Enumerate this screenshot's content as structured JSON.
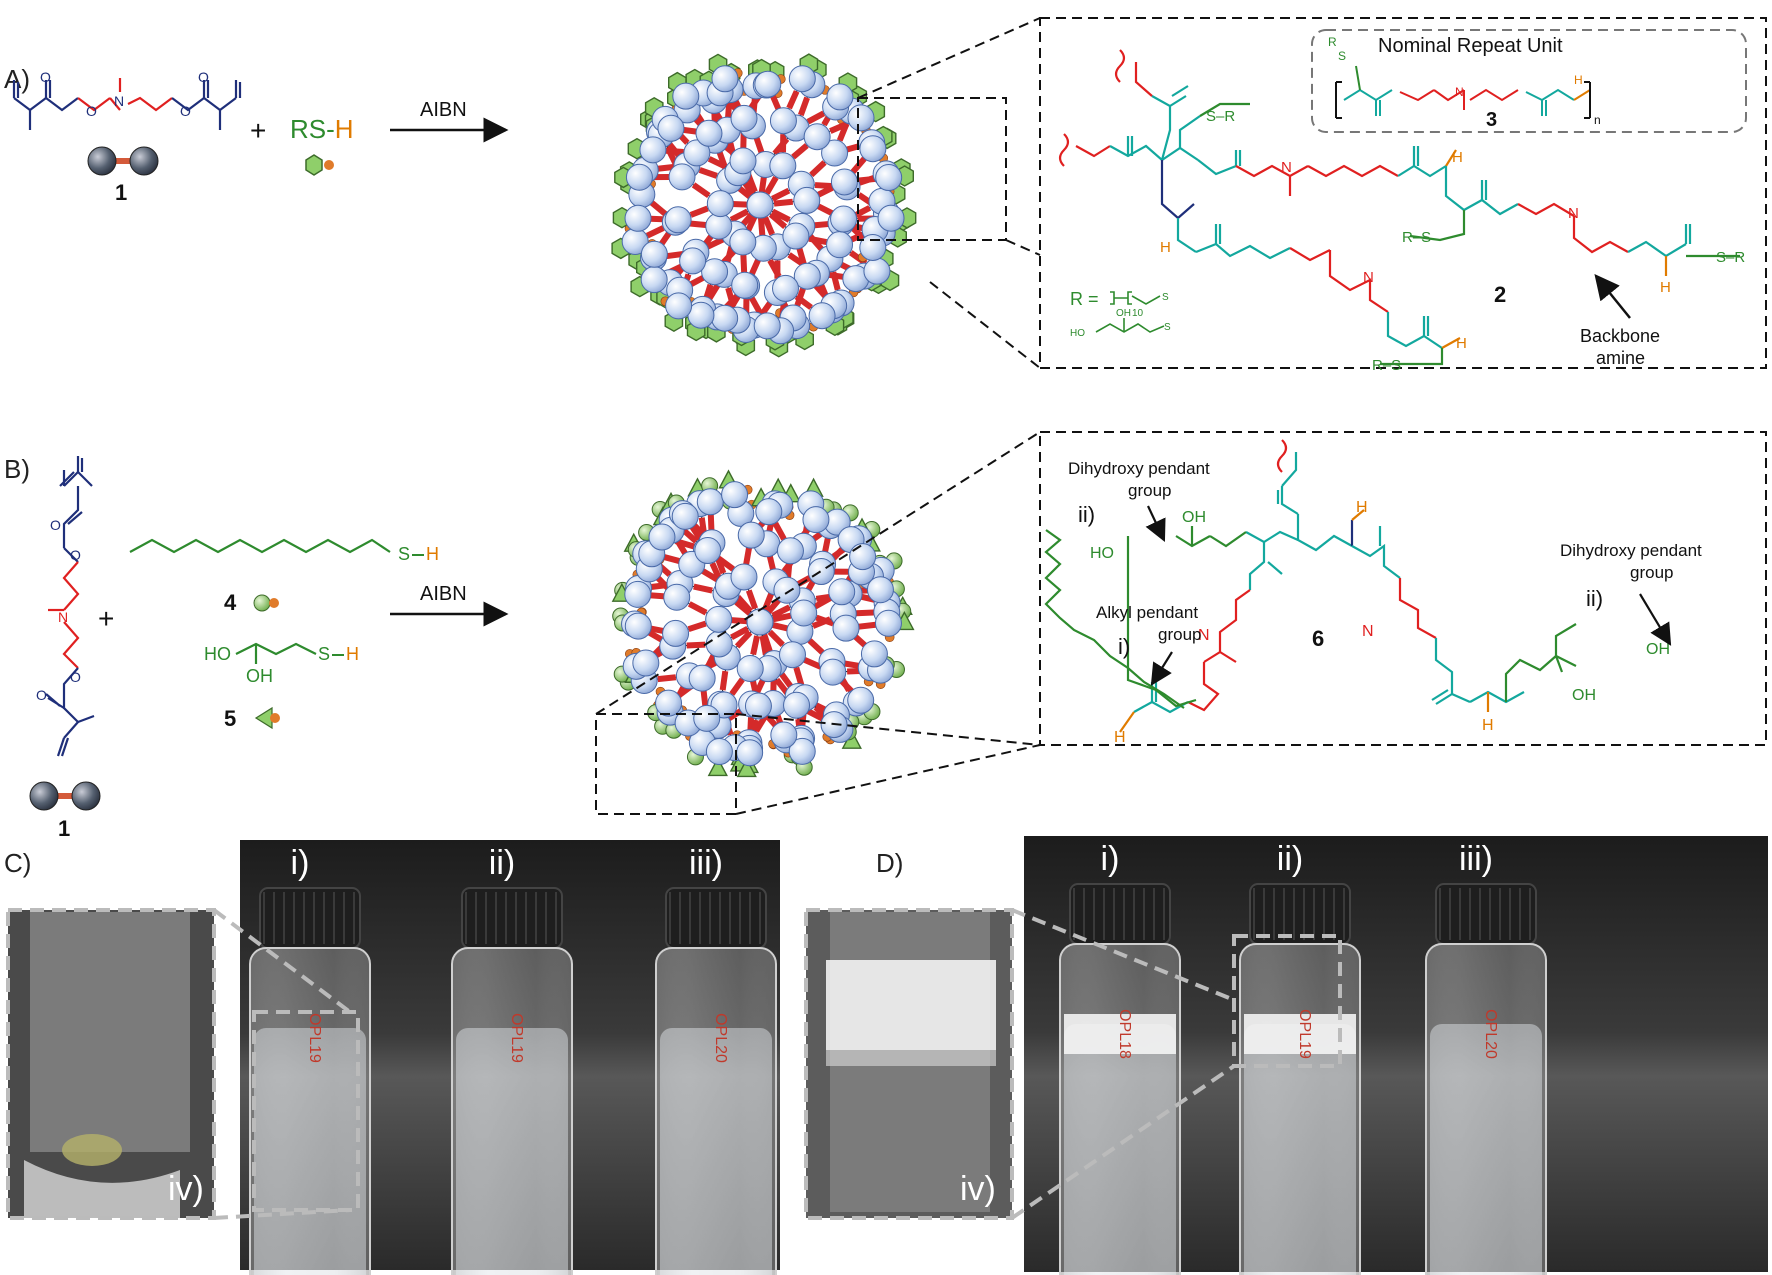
{
  "panels": {
    "A": {
      "label": "A)",
      "reagent_label": "RS-H",
      "reagent_prefix": "RS-",
      "reagent_suffix": "H",
      "initiator": "AIBN",
      "compound_1": "1",
      "compound_2": "2",
      "compound_3": "3",
      "plus": "+",
      "nominal_repeat_unit": "Nominal Repeat Unit",
      "r_equals": "R =",
      "subscript_10": "10",
      "backbone_amine_line1": "Backbone",
      "backbone_amine_line2": "amine",
      "atoms": {
        "O": "O",
        "N": "N",
        "S": "S",
        "H": "H",
        "R": "R",
        "n": "n",
        "S_R": "S–R",
        "R_S": "R–S",
        "HO": "HO",
        "OH": "OH"
      }
    },
    "B": {
      "label": "B)",
      "initiator": "AIBN",
      "compound_1": "1",
      "compound_4": "4",
      "compound_5": "5",
      "compound_6": "6",
      "plus": "+",
      "thiol_4_sh": "S",
      "thiol_4_h": "H",
      "thiol_5_ho": "HO",
      "thiol_5_oh": "OH",
      "dihydroxy_left_line1": "Dihydroxy pendant",
      "dihydroxy_left_line2": "group",
      "dihydroxy_left_marker": "ii)",
      "dihydroxy_right_line1": "Dihydroxy pendant",
      "dihydroxy_right_line2": "group",
      "dihydroxy_right_marker": "ii)",
      "alkyl_line1": "Alkyl pendant",
      "alkyl_line2": "group",
      "alkyl_marker": "i)"
    },
    "C": {
      "label": "C)",
      "vials": [
        "i)",
        "ii)",
        "iii)"
      ],
      "inset_label": "iv)",
      "vial_marks": [
        "OPL19",
        "OPL19",
        "OPL20"
      ]
    },
    "D": {
      "label": "D)",
      "vials": [
        "i)",
        "ii)",
        "iii)"
      ],
      "inset_label": "iv)",
      "vial_marks": [
        "OPL18",
        "OPL19",
        "OPL20"
      ]
    }
  },
  "colors": {
    "monomer_blue": "#1f2f7a",
    "amine_red": "#e02020",
    "thiol_green": "#2e8b2e",
    "hydrogen_orange": "#e07b00",
    "backbone_teal": "#13a89e",
    "bead_fill": "#c7d8f2",
    "bead_stroke": "#4a6aa8",
    "link_red": "#d42a2a",
    "hexagon_green": "#8fcf6a",
    "photo_bg": "#2b2b2b"
  },
  "icons": [
    "bead-dimer-icon",
    "hexagon-thiol-icon",
    "sphere-thiol-icon",
    "triangle-thiol-icon",
    "wavy-bond-icon",
    "arrow-icon"
  ]
}
